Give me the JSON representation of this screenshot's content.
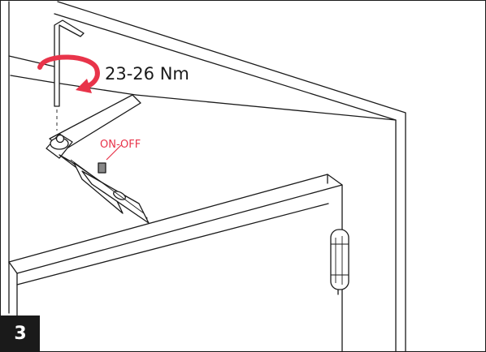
{
  "diagram": {
    "torque_label": "23-26 Nm",
    "switch_label": "ON-OFF",
    "step_number": "3",
    "icons": [
      "hex-key-icon",
      "rotation-arrow-icon",
      "door-hinge-icon"
    ],
    "colors": {
      "line": "#1a1a1a",
      "accent": "#e8344a",
      "badge_background": "#1a1a1a",
      "badge_text": "#ffffff"
    }
  }
}
